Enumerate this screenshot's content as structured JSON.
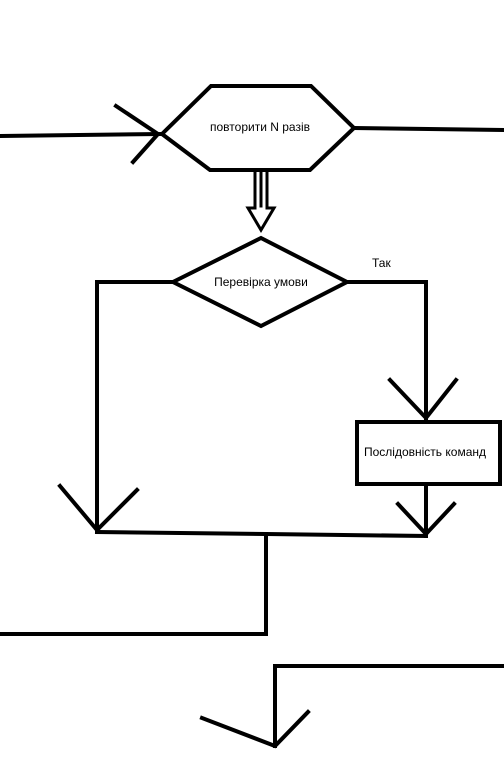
{
  "diagram": {
    "loop_label": "повторити N разів",
    "condition_label": "Перевірка умови",
    "yes_label": "Так",
    "action_label": "Послідовність команд"
  }
}
